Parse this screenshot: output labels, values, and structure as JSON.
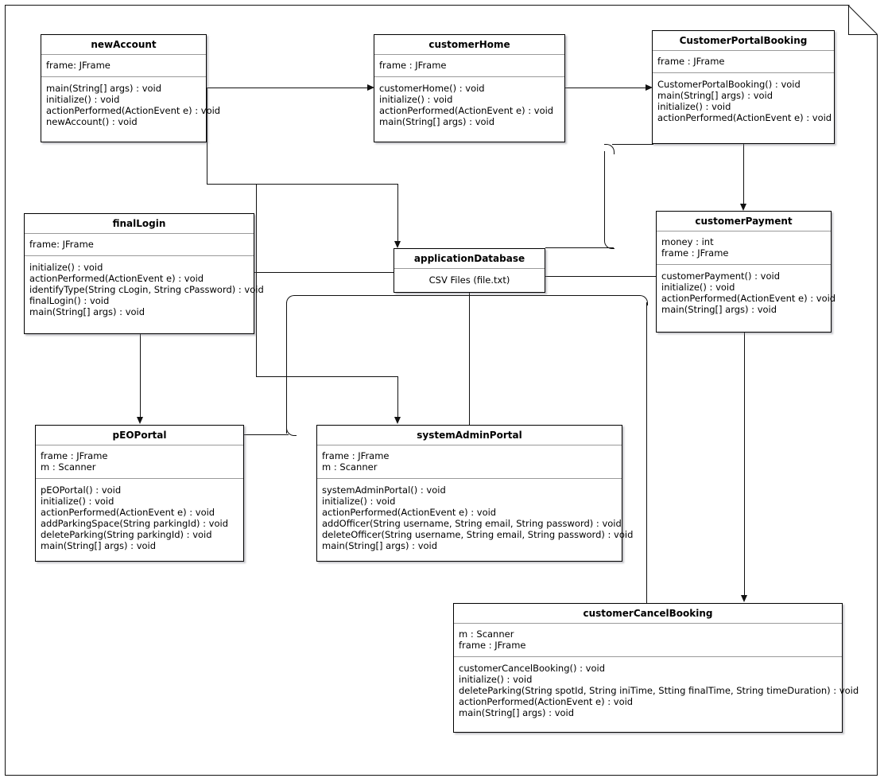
{
  "diagram": {
    "type": "uml-class-diagram",
    "title": "",
    "page_fold": true
  },
  "classes": [
    {
      "id": "newAccount",
      "name": "newAccount",
      "attributes": [
        "frame: JFrame"
      ],
      "operations": [
        "main(String[] args) : void",
        "initialize() : void",
        "actionPerformed(ActionEvent e) : void",
        "newAccount() : void"
      ]
    },
    {
      "id": "customerHome",
      "name": "customerHome",
      "attributes": [
        "frame : JFrame"
      ],
      "operations": [
        "customerHome() : void",
        "initialize() : void",
        "actionPerformed(ActionEvent e) : void",
        "main(String[] args) : void"
      ]
    },
    {
      "id": "CustomerPortalBooking",
      "name": "CustomerPortalBooking",
      "attributes": [
        "frame : JFrame"
      ],
      "operations": [
        "CustomerPortalBooking() : void",
        "main(String[] args) : void",
        "initialize() : void",
        "actionPerformed(ActionEvent e) : void"
      ]
    },
    {
      "id": "finalLogin",
      "name": "finalLogin",
      "attributes": [
        "frame: JFrame"
      ],
      "operations": [
        " initialize() : void",
        "actionPerformed(ActionEvent e) : void",
        "identifyType(String cLogin, String cPassword) : void",
        "finalLogin() : void",
        "main(String[] args) : void"
      ]
    },
    {
      "id": "applicationDatabase",
      "name": "applicationDatabase",
      "attributes": [
        "CSV Files (file.txt)"
      ],
      "operations": []
    },
    {
      "id": "customerPayment",
      "name": "customerPayment",
      "attributes": [
        "money : int",
        "frame : JFrame"
      ],
      "operations": [
        "customerPayment() : void",
        "initialize() : void",
        "actionPerformed(ActionEvent e) : void",
        "main(String[] args) : void"
      ]
    },
    {
      "id": "pEOPortal",
      "name": "pEOPortal",
      "attributes": [
        "frame : JFrame",
        "m : Scanner"
      ],
      "operations": [
        "pEOPortal() : void",
        "initialize() : void",
        "actionPerformed(ActionEvent e) : void",
        "addParkingSpace(String parkingId) : void",
        "deleteParking(String parkingId) : void",
        " main(String[] args) : void"
      ]
    },
    {
      "id": "systemAdminPortal",
      "name": "systemAdminPortal",
      "attributes": [
        "frame : JFrame",
        "m : Scanner"
      ],
      "operations": [
        "systemAdminPortal() : void",
        "initialize() : void",
        "actionPerformed(ActionEvent e) : void",
        "addOfficer(String username, String email, String password) : void",
        "deleteOfficer(String username, String email, String password) : void",
        "main(String[] args) : void"
      ]
    },
    {
      "id": "customerCancelBooking",
      "name": "customerCancelBooking",
      "attributes": [
        "m : Scanner",
        "frame : JFrame"
      ],
      "operations": [
        "customerCancelBooking() : void",
        "initialize() : void",
        "deleteParking(String spotId, String iniTime, Stting finalTime, String timeDuration) : void",
        "actionPerformed(ActionEvent e) : void",
        "main(String[] args) : void"
      ]
    }
  ],
  "connections": [
    {
      "from": "newAccount",
      "to": "customerHome",
      "arrow": "right"
    },
    {
      "from": "newAccount",
      "to": "applicationDatabase",
      "arrow": "down"
    },
    {
      "from": "customerHome",
      "to": "CustomerPortalBooking",
      "arrow": "right"
    },
    {
      "from": "CustomerPortalBooking",
      "to": "customerPayment",
      "arrow": "down"
    },
    {
      "from": "CustomerPortalBooking",
      "to": "applicationDatabase",
      "arrow": "none"
    },
    {
      "from": "finalLogin",
      "to": "applicationDatabase",
      "arrow": "none"
    },
    {
      "from": "finalLogin",
      "to": "pEOPortal",
      "arrow": "down"
    },
    {
      "from": "finalLogin",
      "to": "systemAdminPortal",
      "arrow": "down"
    },
    {
      "from": "applicationDatabase",
      "to": "customerPayment",
      "arrow": "none"
    },
    {
      "from": "applicationDatabase",
      "to": "systemAdminPortal",
      "arrow": "none"
    },
    {
      "from": "applicationDatabase",
      "to": "pEOPortal",
      "arrow": "none"
    },
    {
      "from": "applicationDatabase",
      "to": "customerCancelBooking",
      "arrow": "none"
    },
    {
      "from": "customerPayment",
      "to": "customerCancelBooking",
      "arrow": "down"
    }
  ],
  "colors": {
    "stroke": "#111111",
    "divider": "#9a9a9a",
    "background": "#ffffff"
  }
}
